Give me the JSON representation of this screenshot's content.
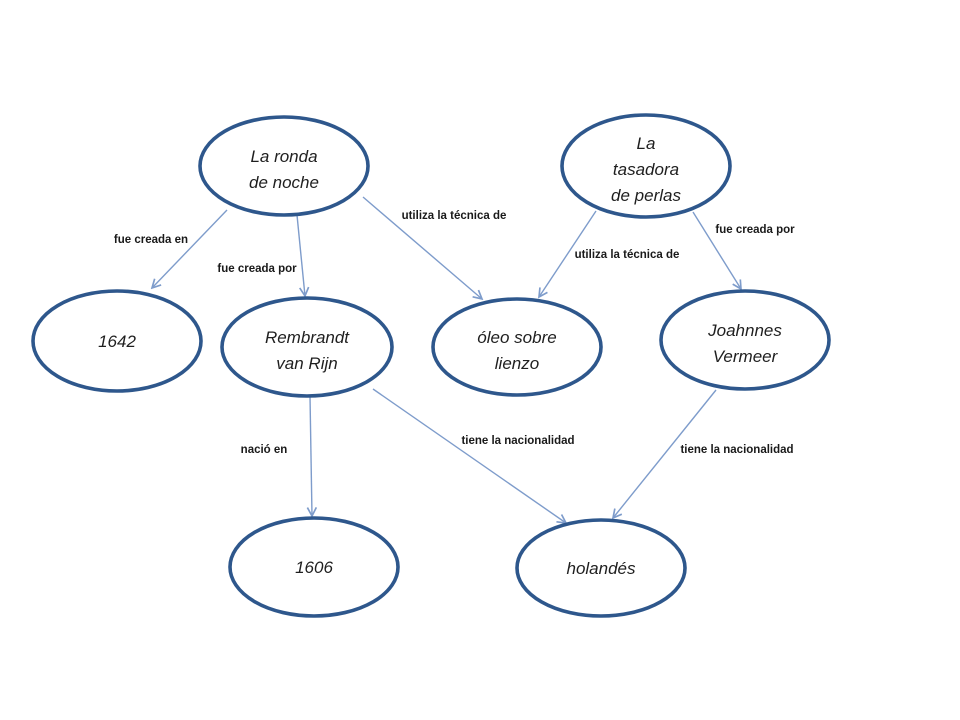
{
  "theme": {
    "background": "#ffffff",
    "node-fill": "#ffffff",
    "node-stroke": "#2e578c",
    "node-text": "#1f1f1f",
    "edge-stroke": "#7e9ccb",
    "edge-label-text": "#1a1a1a"
  },
  "diagram": {
    "type": "concept-map",
    "nodes": [
      {
        "id": "la-ronda-de-noche",
        "label": "La ronda de noche",
        "lines": [
          "La ronda",
          "de noche"
        ]
      },
      {
        "id": "la-tasadora-de-perlas",
        "label": "La tasadora de perlas",
        "lines": [
          "La",
          "tasadora",
          "de perlas"
        ]
      },
      {
        "id": "1642",
        "label": "1642",
        "lines": [
          "1642"
        ]
      },
      {
        "id": "rembrandt-van-rijn",
        "label": "Rembrandt van Rijn",
        "lines": [
          "Rembrandt",
          "van Rijn"
        ]
      },
      {
        "id": "oleo-sobre-lienzo",
        "label": "óleo sobre lienzo",
        "lines": [
          "óleo sobre",
          "lienzo"
        ]
      },
      {
        "id": "joahnnes-vermeer",
        "label": "Joahnnes Vermeer",
        "lines": [
          "Joahnnes",
          "Vermeer"
        ]
      },
      {
        "id": "1606",
        "label": "1606",
        "lines": [
          "1606"
        ]
      },
      {
        "id": "holandes",
        "label": "holandés",
        "lines": [
          "holandés"
        ]
      }
    ],
    "edges": [
      {
        "from": "la-ronda-de-noche",
        "to": "1642",
        "label": "fue creada en"
      },
      {
        "from": "la-ronda-de-noche",
        "to": "rembrandt-van-rijn",
        "label": "fue creada por"
      },
      {
        "from": "la-ronda-de-noche",
        "to": "oleo-sobre-lienzo",
        "label": "utiliza la técnica de"
      },
      {
        "from": "la-tasadora-de-perlas",
        "to": "oleo-sobre-lienzo",
        "label": "utiliza la técnica de"
      },
      {
        "from": "la-tasadora-de-perlas",
        "to": "joahnnes-vermeer",
        "label": "fue creada por"
      },
      {
        "from": "rembrandt-van-rijn",
        "to": "1606",
        "label": "nació en"
      },
      {
        "from": "rembrandt-van-rijn",
        "to": "holandes",
        "label": "tiene la nacionalidad"
      },
      {
        "from": "joahnnes-vermeer",
        "to": "holandes",
        "label": "tiene la nacionalidad"
      }
    ]
  }
}
